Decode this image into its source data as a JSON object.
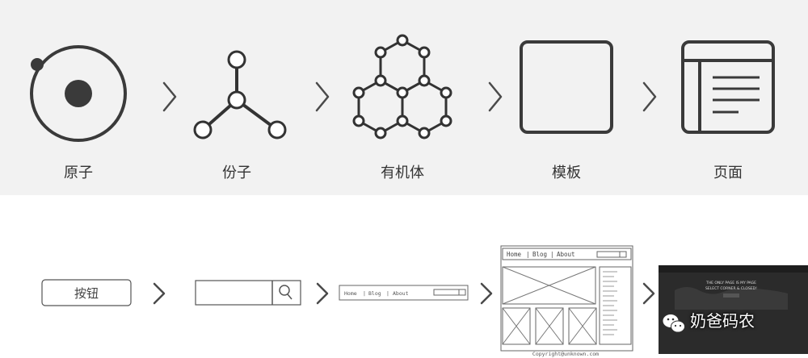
{
  "stages": {
    "atom": "原子",
    "molecule": "份子",
    "organism": "有机体",
    "template": "模板",
    "page": "页面"
  },
  "examples": {
    "button_label": "按钮",
    "nav_items": [
      "Home",
      "|",
      "Blog",
      "|",
      "About"
    ],
    "template_nav_items": [
      "Home",
      "|",
      "Blog",
      "|",
      "About"
    ],
    "dark_page_text": [
      "THE ONLY PAGE IS MY PAGE",
      "SELECT CORNER & CLOSED!"
    ],
    "footer_text": "Copyright@unknown.com"
  },
  "watermark": "奶爸码农",
  "colors": {
    "top_band": "#f2f2f2",
    "line": "#3a3a3a",
    "dark_page": "#2b2b2b"
  }
}
